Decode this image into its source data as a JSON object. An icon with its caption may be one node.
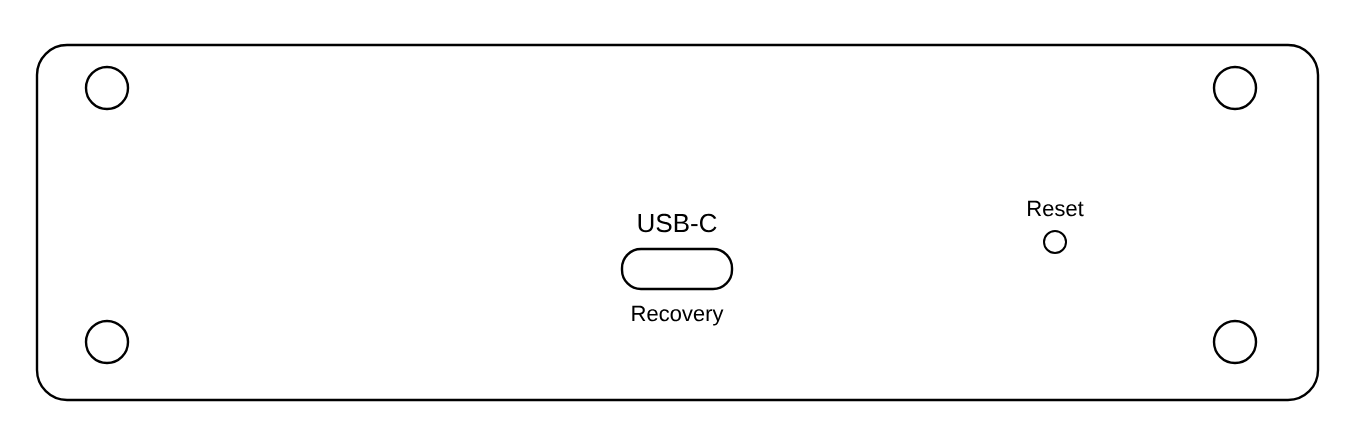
{
  "diagram": {
    "nodes": [
      {
        "text": [],
        "shape": "box"
      },
      {
        "text": [],
        "shape": "box",
        "beside": [
          "USB-C",
          "Recovery"
        ],
        "in": 0
      },
      {
        "text": [],
        "shape": "circle",
        "beside": [
          "Reset"
        ],
        "in": 0
      }
    ]
  }
}
